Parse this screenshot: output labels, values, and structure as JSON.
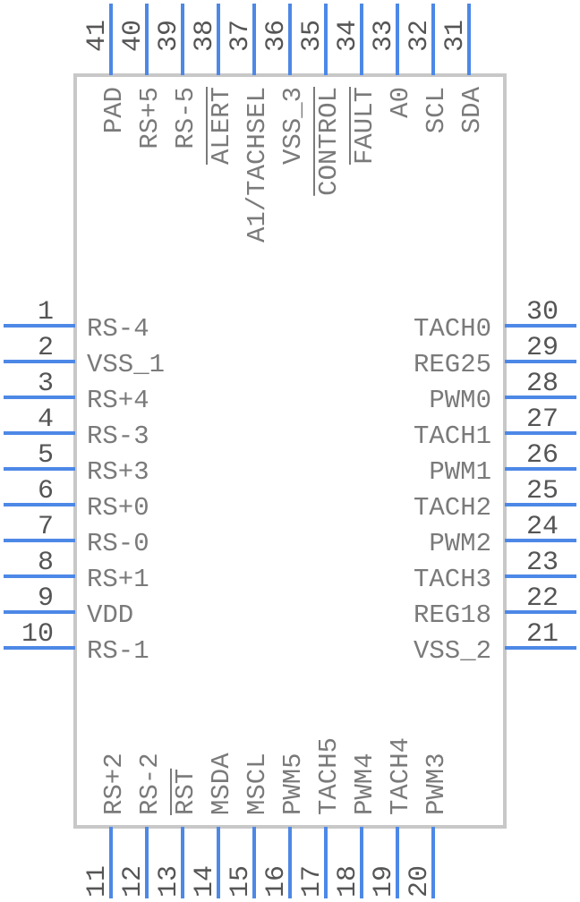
{
  "component": {
    "left_pins": [
      {
        "number": "1",
        "name": "RS-4"
      },
      {
        "number": "2",
        "name": "VSS_1"
      },
      {
        "number": "3",
        "name": "RS+4"
      },
      {
        "number": "4",
        "name": "RS-3"
      },
      {
        "number": "5",
        "name": "RS+3"
      },
      {
        "number": "6",
        "name": "RS+0"
      },
      {
        "number": "7",
        "name": "RS-0"
      },
      {
        "number": "8",
        "name": "RS+1"
      },
      {
        "number": "9",
        "name": "VDD"
      },
      {
        "number": "10",
        "name": "RS-1"
      }
    ],
    "right_pins": [
      {
        "number": "30",
        "name": "TACH0"
      },
      {
        "number": "29",
        "name": "REG25"
      },
      {
        "number": "28",
        "name": "PWM0"
      },
      {
        "number": "27",
        "name": "TACH1"
      },
      {
        "number": "26",
        "name": "PWM1"
      },
      {
        "number": "25",
        "name": "TACH2"
      },
      {
        "number": "24",
        "name": "PWM2"
      },
      {
        "number": "23",
        "name": "TACH3"
      },
      {
        "number": "22",
        "name": "REG18"
      },
      {
        "number": "21",
        "name": "VSS_2"
      }
    ],
    "bottom_pins": [
      {
        "number": "11",
        "name": "RS+2"
      },
      {
        "number": "12",
        "name": "RS-2"
      },
      {
        "number": "13",
        "name": "RST",
        "overline": true
      },
      {
        "number": "14",
        "name": "MSDA"
      },
      {
        "number": "15",
        "name": "MSCL"
      },
      {
        "number": "16",
        "name": "PWM5"
      },
      {
        "number": "17",
        "name": "TACH5"
      },
      {
        "number": "18",
        "name": "PWM4"
      },
      {
        "number": "19",
        "name": "TACH4"
      },
      {
        "number": "20",
        "name": "PWM3"
      }
    ],
    "top_pins": [
      {
        "number": "41",
        "name": "PAD"
      },
      {
        "number": "40",
        "name": "RS+5"
      },
      {
        "number": "39",
        "name": "RS-5"
      },
      {
        "number": "38",
        "name": "ALERT",
        "overline": true
      },
      {
        "number": "37",
        "name": "A1/TACHSEL"
      },
      {
        "number": "36",
        "name": "VSS_3"
      },
      {
        "number": "35",
        "name": "CONTROL",
        "overline": true
      },
      {
        "number": "34",
        "name": "FAULT",
        "overline": true
      },
      {
        "number": "33",
        "name": "A0"
      },
      {
        "number": "32",
        "name": "SCL"
      },
      {
        "number": "31",
        "name": "SDA"
      }
    ]
  }
}
